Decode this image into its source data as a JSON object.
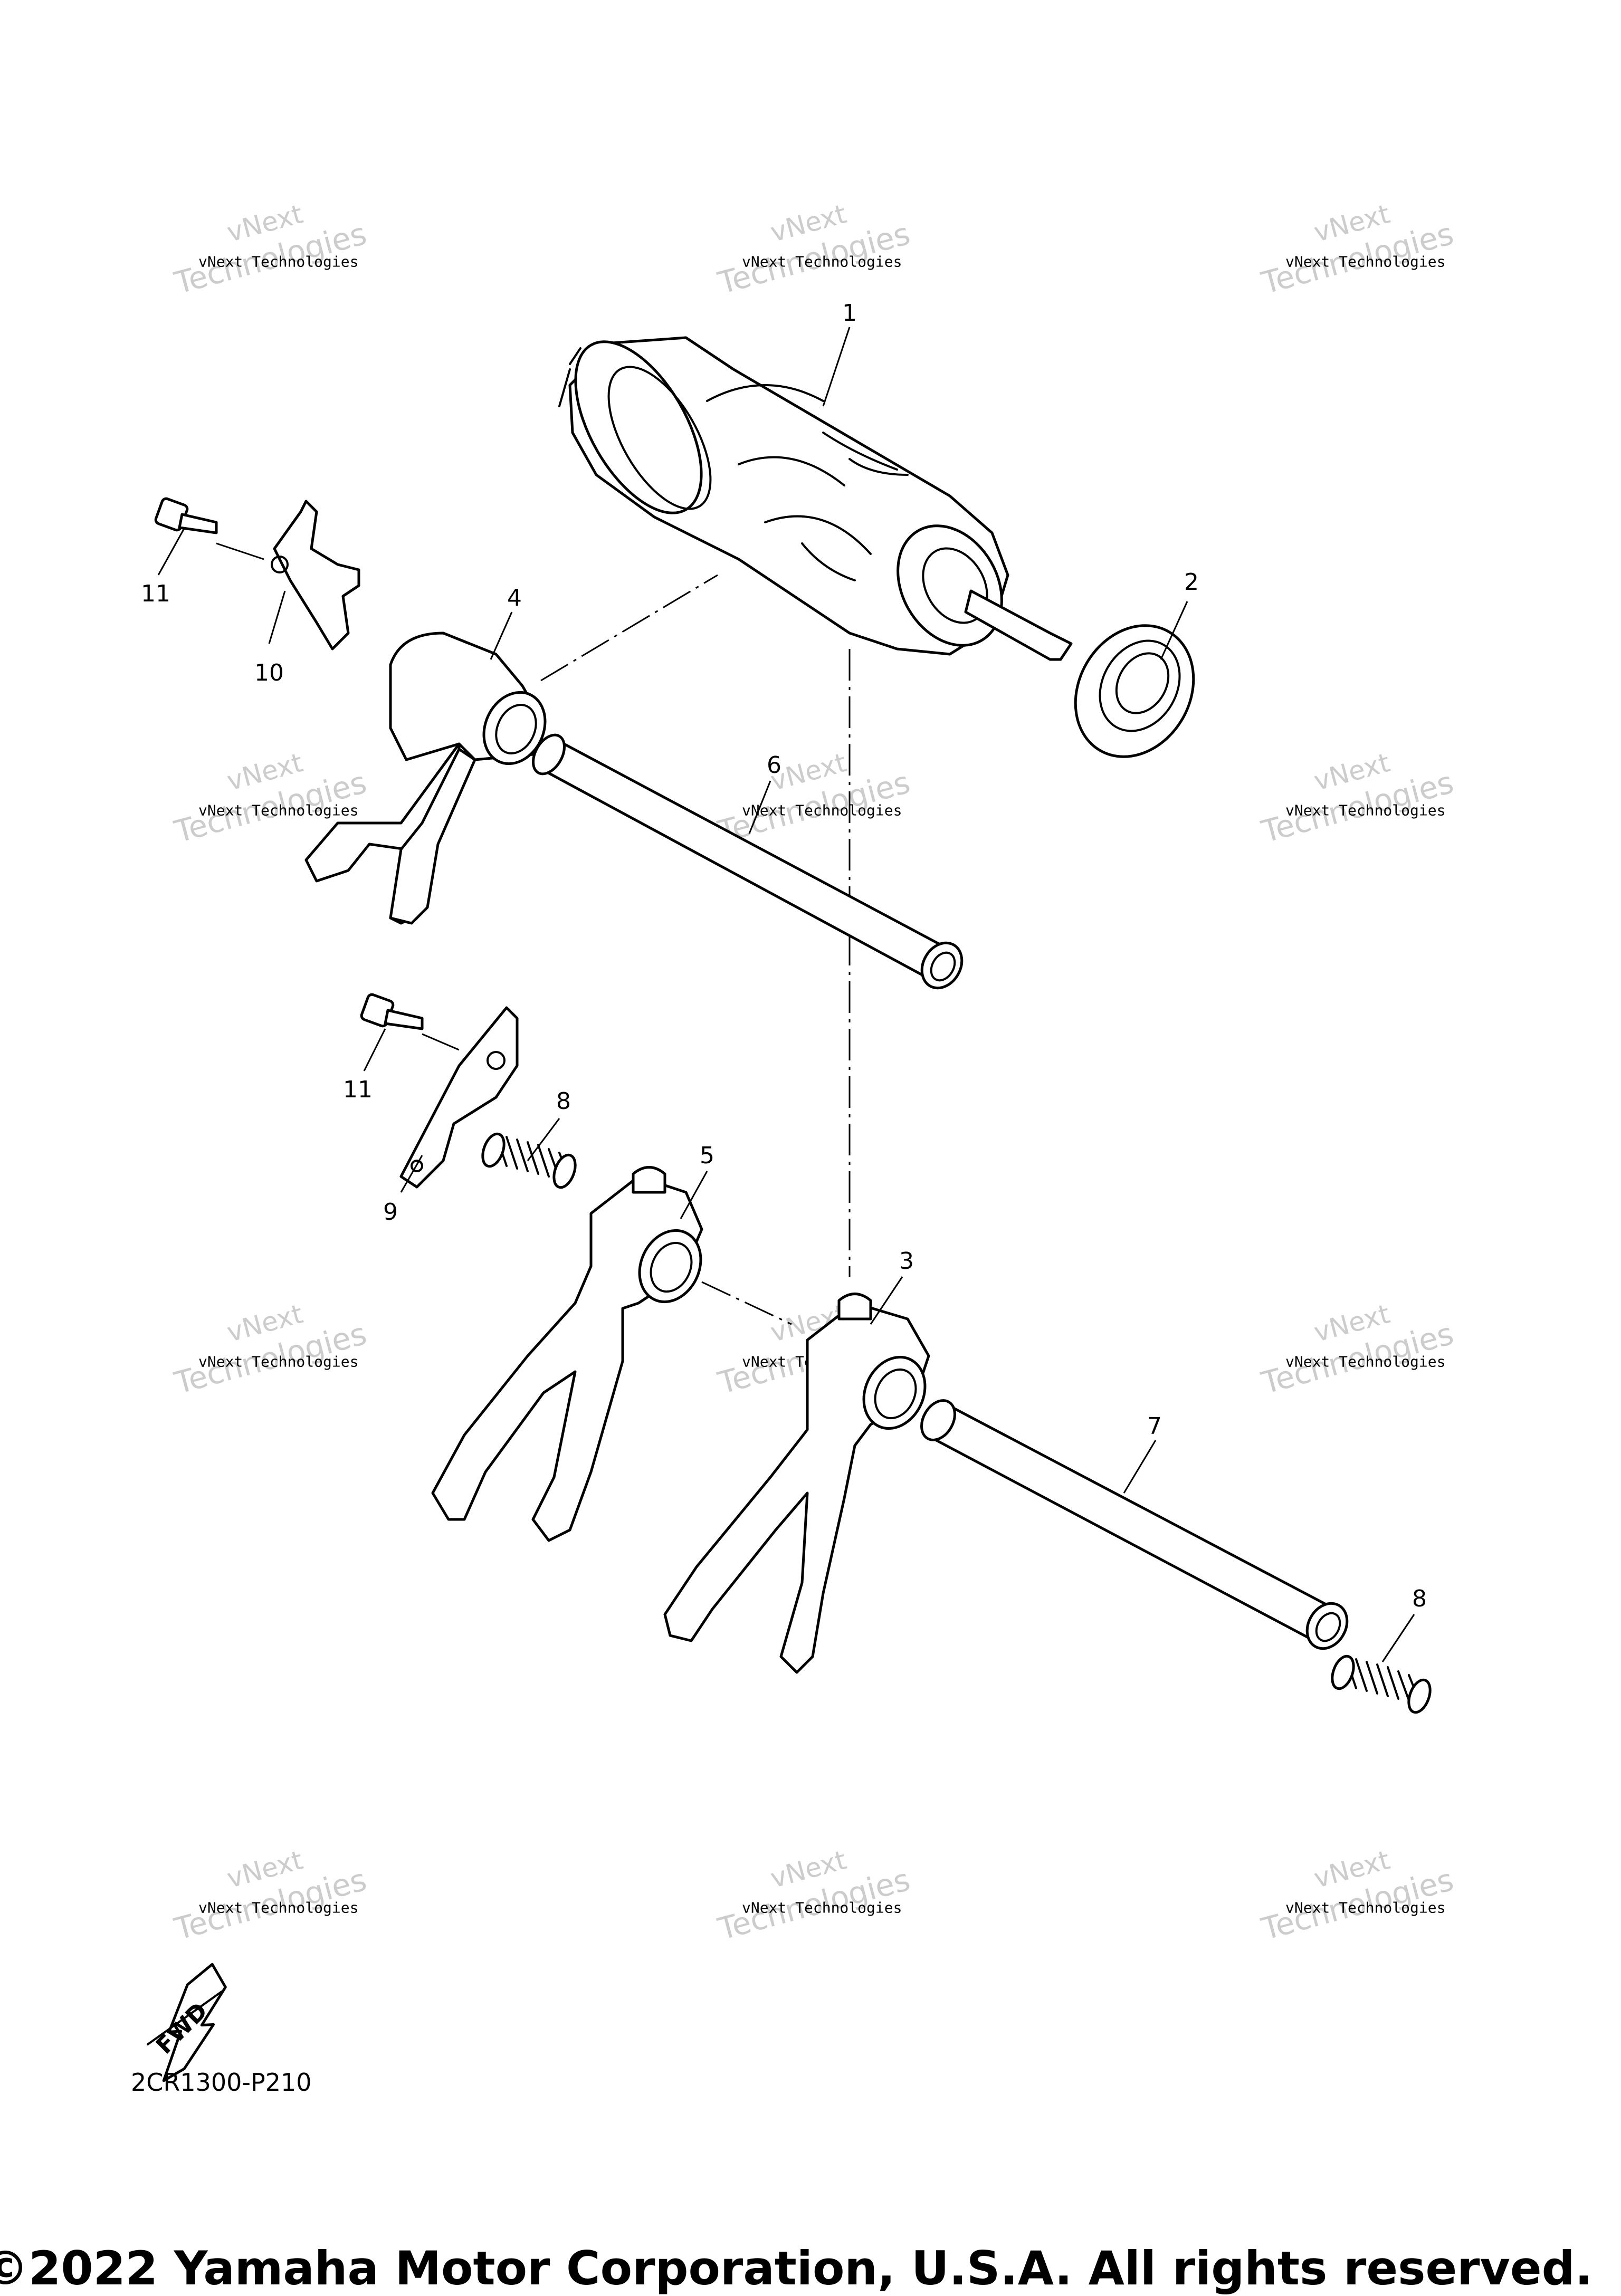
{
  "diagram": {
    "callouts": [
      "1",
      "2",
      "3",
      "4",
      "5",
      "6",
      "7",
      "8",
      "8",
      "9",
      "10",
      "11",
      "11"
    ],
    "watermark": {
      "line1": "vNext",
      "line2": "vNext Technologies",
      "line3": "Technologies"
    },
    "fwd_label": "FWD",
    "code": "2CR1300-P210",
    "copyright": "©2022 Yamaha Motor Corporation, U.S.A. All rights reserved."
  }
}
